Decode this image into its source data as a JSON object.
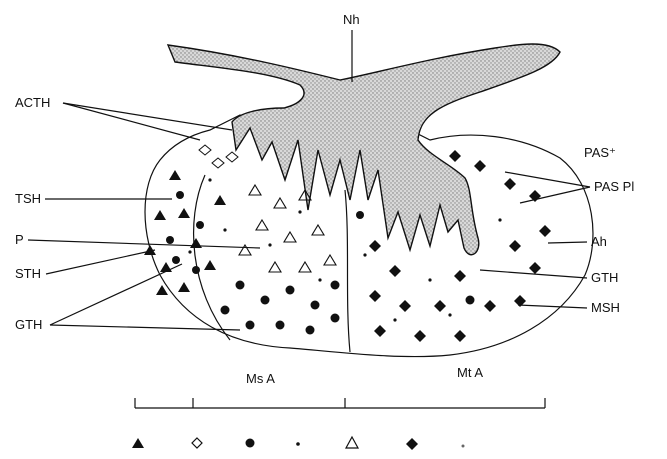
{
  "labels": {
    "nh": "Nh",
    "acth": "ACTH",
    "tsh": "TSH",
    "p": "P",
    "sth": "STH",
    "gth_left": "GTH",
    "pas_plus": "PAS⁺",
    "pas_pl": "PAS Pl",
    "ah": "Ah",
    "gth_right": "GTH",
    "msh": "MSH",
    "ms_a": "Ms A",
    "mt_a": "Mt A"
  },
  "legend_symbols": [
    {
      "name": "filled-triangle",
      "label": "▲"
    },
    {
      "name": "open-diamond",
      "label": "◇"
    },
    {
      "name": "filled-circle",
      "label": "●"
    },
    {
      "name": "small-dot",
      "label": "•"
    },
    {
      "name": "open-triangle",
      "label": "△"
    },
    {
      "name": "filled-diamond",
      "label": "◆"
    },
    {
      "name": "tiny-dot",
      "label": "·"
    }
  ]
}
